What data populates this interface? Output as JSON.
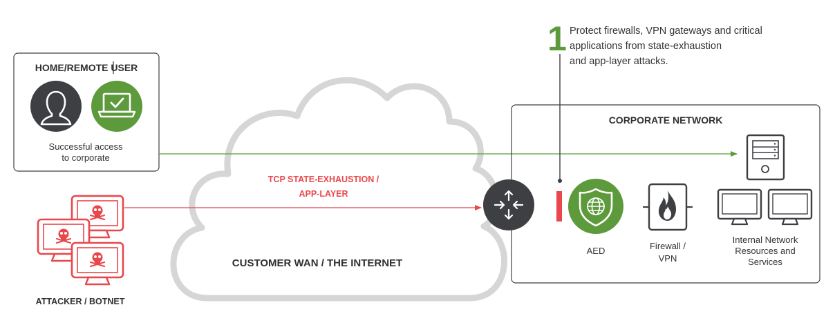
{
  "callout": {
    "number": "1",
    "line1": "Protect firewalls, VPN gateways and critical",
    "line2": "applications from state-exhaustion",
    "line3": "and app-layer attacks."
  },
  "home_user": {
    "title": "HOME/REMOTE USER",
    "caption_line1": "Successful access",
    "caption_line2": "to corporate"
  },
  "attacker": {
    "label": "ATTACKER / BOTNET"
  },
  "cloud": {
    "attack_line1": "TCP STATE-EXHAUSTION /",
    "attack_line2": "APP-LAYER",
    "label": "CUSTOMER WAN / THE INTERNET"
  },
  "corporate": {
    "title": "CORPORATE NETWORK",
    "aed_label": "AED",
    "firewall_line1": "Firewall /",
    "firewall_line2": "VPN",
    "resources_line1": "Internal Network",
    "resources_line2": "Resources and",
    "resources_line3": "Services"
  },
  "colors": {
    "green": "#5c9a3c",
    "red": "#e8474b",
    "dark": "#3d3f42",
    "cloud": "#d6d6d6"
  }
}
